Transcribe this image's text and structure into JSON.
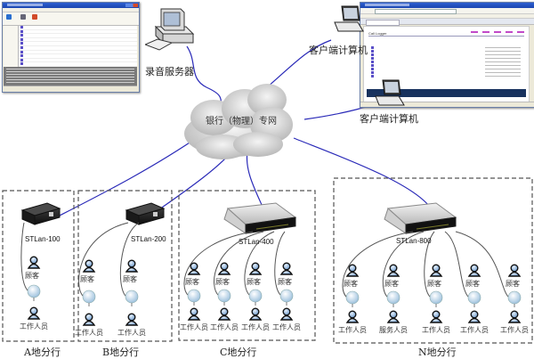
{
  "diagram": {
    "title": "银行（物理）专网 network topology",
    "network": {
      "label": "银行（物理）专网",
      "icon": "cloud-icon"
    },
    "recording_server": {
      "label": "录音服务器",
      "icon": "desktop-computer-icon"
    },
    "clients": [
      {
        "label": "客户端计算机",
        "icon": "laptop-icon"
      },
      {
        "label": "客户端计算机",
        "icon": "laptop-icon"
      }
    ],
    "screenshots": {
      "server_app": {
        "name": "recording-software-window"
      },
      "client_browser": {
        "name": "call-logger-browser-window",
        "page_title": "Call Logger"
      }
    },
    "branches": [
      {
        "label": "A地分行",
        "device": "STLan-100",
        "device_type": "small-box",
        "stations": [
          {
            "top": "顾客",
            "bottom": "工作人员"
          }
        ]
      },
      {
        "label": "B地分行",
        "device": "STLan-200",
        "device_type": "small-box",
        "stations": [
          {
            "top": "顾客",
            "bottom": "工作人员"
          },
          {
            "top": "顾客",
            "bottom": "工作人员"
          }
        ]
      },
      {
        "label": "C地分行",
        "device": "STLan-400",
        "device_type": "router",
        "stations": [
          {
            "top": "顾客",
            "bottom": "工作人员"
          },
          {
            "top": "顾客",
            "bottom": "工作人员"
          },
          {
            "top": "顾客",
            "bottom": "工作人员"
          },
          {
            "top": "顾客",
            "bottom": "工作人员"
          }
        ]
      },
      {
        "label": "N地分行",
        "device": "STLan-800",
        "device_type": "router",
        "stations": [
          {
            "top": "顾客",
            "bottom": "工作人员"
          },
          {
            "top": "顾客",
            "bottom": "服务人员"
          },
          {
            "top": "顾客",
            "bottom": "工作人员"
          },
          {
            "top": "顾客",
            "bottom": "工作人员"
          },
          {
            "top": "顾客",
            "bottom": "工作人员"
          }
        ]
      }
    ],
    "colors": {
      "network_link": "#2a2ab8",
      "device_cable": "#555555",
      "branch_border": "#555555",
      "person_fill": "#8fb4dc",
      "mic_fill": "#c9dff0"
    }
  }
}
